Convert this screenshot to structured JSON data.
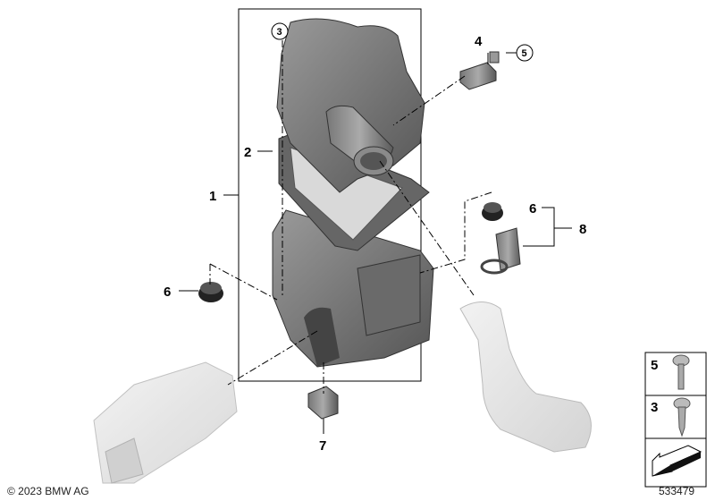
{
  "diagram": {
    "callouts": {
      "housing": "1",
      "filter_element": "2",
      "screw_top": "3",
      "sensor": "4",
      "sensor_screw": "5",
      "grommet_left": "6",
      "grommet_right": "6",
      "bracket_kit": "8",
      "clip": "7"
    },
    "legend": {
      "items": [
        {
          "number": "5",
          "icon": "torx-bolt-icon"
        },
        {
          "number": "3",
          "icon": "self-tapping-screw-icon"
        }
      ],
      "arrow_icon": "direction-arrow-icon"
    },
    "copyright": "© 2023 BMW AG",
    "diagram_number": "533479"
  }
}
